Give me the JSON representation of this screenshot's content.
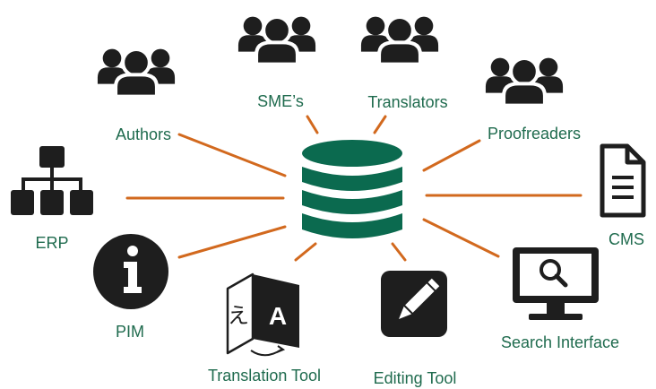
{
  "colors": {
    "accent": "#d2691e",
    "database": "#0b6a4f",
    "label": "#1f6b4e",
    "icon": "#1e1e1e"
  },
  "center": {
    "icon": "database-icon"
  },
  "nodes": [
    {
      "id": "authors",
      "label": "Authors",
      "icon": "people-group-icon"
    },
    {
      "id": "smes",
      "label": "SME’s",
      "icon": "people-group-icon"
    },
    {
      "id": "translators",
      "label": "Translators",
      "icon": "people-group-icon"
    },
    {
      "id": "proofreaders",
      "label": "Proofreaders",
      "icon": "people-group-icon"
    },
    {
      "id": "erp",
      "label": "ERP",
      "icon": "sitemap-icon"
    },
    {
      "id": "cms",
      "label": "CMS",
      "icon": "document-icon"
    },
    {
      "id": "pim",
      "label": "PIM",
      "icon": "info-icon"
    },
    {
      "id": "translation_tool",
      "label": "Translation Tool",
      "icon": "translate-icon"
    },
    {
      "id": "editing_tool",
      "label": "Editing Tool",
      "icon": "pencil-icon"
    },
    {
      "id": "search_interface",
      "label": "Search Interface",
      "icon": "monitor-search-icon"
    }
  ]
}
